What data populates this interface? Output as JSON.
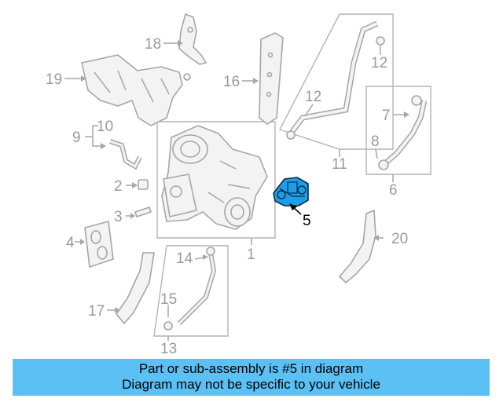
{
  "diagram": {
    "highlight_color": "#1e9ee8",
    "callouts": {
      "c1": "1",
      "c2": "2",
      "c3": "3",
      "c4": "4",
      "c5": "5",
      "c6": "6",
      "c7": "7",
      "c8": "8",
      "c9": "9",
      "c10": "10",
      "c11": "11",
      "c12a": "12",
      "c12b": "12",
      "c13": "13",
      "c14": "14",
      "c15": "15",
      "c16": "16",
      "c17": "17",
      "c18": "18",
      "c19": "19",
      "c20": "20"
    }
  },
  "banner": {
    "line1": "Part or sub-assembly is #5 in diagram",
    "line2": "Diagram may not be specific to your vehicle"
  }
}
